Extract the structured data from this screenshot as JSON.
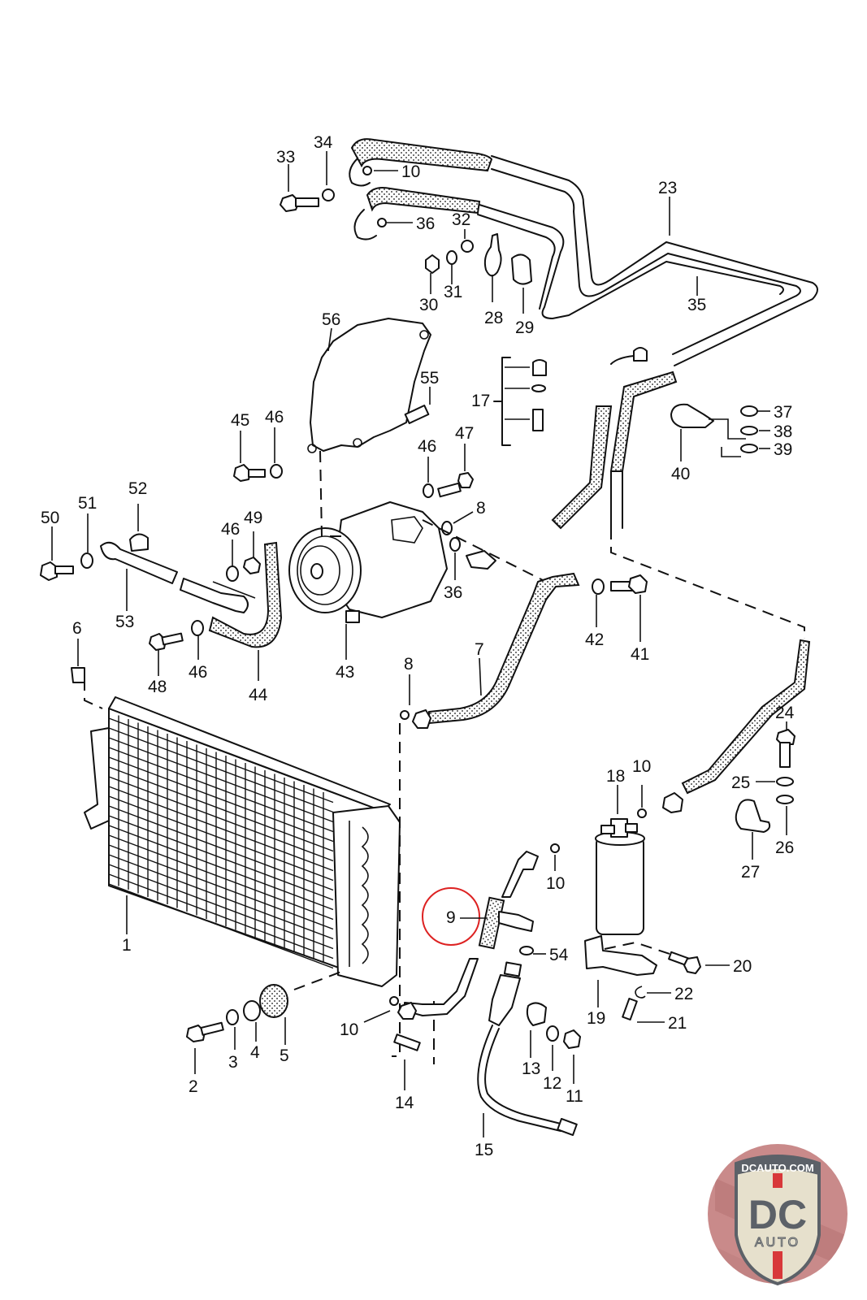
{
  "diagram": {
    "title": "A/C system exploded parts diagram",
    "highlighted_part": "9",
    "highlight_color": "#d22222",
    "callouts": [
      {
        "id": "33",
        "label": "33"
      },
      {
        "id": "34",
        "label": "34"
      },
      {
        "id": "10a",
        "label": "10"
      },
      {
        "id": "36a",
        "label": "36"
      },
      {
        "id": "32",
        "label": "32"
      },
      {
        "id": "30",
        "label": "30"
      },
      {
        "id": "31",
        "label": "31"
      },
      {
        "id": "28",
        "label": "28"
      },
      {
        "id": "29",
        "label": "29"
      },
      {
        "id": "23",
        "label": "23"
      },
      {
        "id": "35",
        "label": "35"
      },
      {
        "id": "56",
        "label": "56"
      },
      {
        "id": "55",
        "label": "55"
      },
      {
        "id": "17",
        "label": "17"
      },
      {
        "id": "37",
        "label": "37"
      },
      {
        "id": "38",
        "label": "38"
      },
      {
        "id": "39",
        "label": "39"
      },
      {
        "id": "40",
        "label": "40"
      },
      {
        "id": "45",
        "label": "45"
      },
      {
        "id": "46a",
        "label": "46"
      },
      {
        "id": "46b",
        "label": "46"
      },
      {
        "id": "47",
        "label": "47"
      },
      {
        "id": "8a",
        "label": "8"
      },
      {
        "id": "50",
        "label": "50"
      },
      {
        "id": "51",
        "label": "51"
      },
      {
        "id": "52",
        "label": "52"
      },
      {
        "id": "46c",
        "label": "46"
      },
      {
        "id": "49",
        "label": "49"
      },
      {
        "id": "53",
        "label": "53"
      },
      {
        "id": "36b",
        "label": "36"
      },
      {
        "id": "42",
        "label": "42"
      },
      {
        "id": "41",
        "label": "41"
      },
      {
        "id": "6",
        "label": "6"
      },
      {
        "id": "48",
        "label": "48"
      },
      {
        "id": "46d",
        "label": "46"
      },
      {
        "id": "44",
        "label": "44"
      },
      {
        "id": "43",
        "label": "43"
      },
      {
        "id": "8b",
        "label": "8"
      },
      {
        "id": "7",
        "label": "7"
      },
      {
        "id": "24",
        "label": "24"
      },
      {
        "id": "18",
        "label": "18"
      },
      {
        "id": "10b",
        "label": "10"
      },
      {
        "id": "25",
        "label": "25"
      },
      {
        "id": "26",
        "label": "26"
      },
      {
        "id": "27",
        "label": "27"
      },
      {
        "id": "1",
        "label": "1"
      },
      {
        "id": "10c",
        "label": "10"
      },
      {
        "id": "9",
        "label": "9"
      },
      {
        "id": "54",
        "label": "54"
      },
      {
        "id": "20",
        "label": "20"
      },
      {
        "id": "22",
        "label": "22"
      },
      {
        "id": "19",
        "label": "19"
      },
      {
        "id": "21",
        "label": "21"
      },
      {
        "id": "2",
        "label": "2"
      },
      {
        "id": "3",
        "label": "3"
      },
      {
        "id": "4",
        "label": "4"
      },
      {
        "id": "5",
        "label": "5"
      },
      {
        "id": "10d",
        "label": "10"
      },
      {
        "id": "14",
        "label": "14"
      },
      {
        "id": "13",
        "label": "13"
      },
      {
        "id": "12",
        "label": "12"
      },
      {
        "id": "11",
        "label": "11"
      },
      {
        "id": "15",
        "label": "15"
      }
    ]
  },
  "logo": {
    "url_text": "DCAUTO.COM",
    "initials": "DC",
    "sub_text": "AUTO",
    "colors": {
      "badge_bg": "#c98a8a",
      "shield_fill": "#e6e0cc",
      "shield_dark": "#5c6168",
      "stripe": "#d8383a"
    }
  }
}
